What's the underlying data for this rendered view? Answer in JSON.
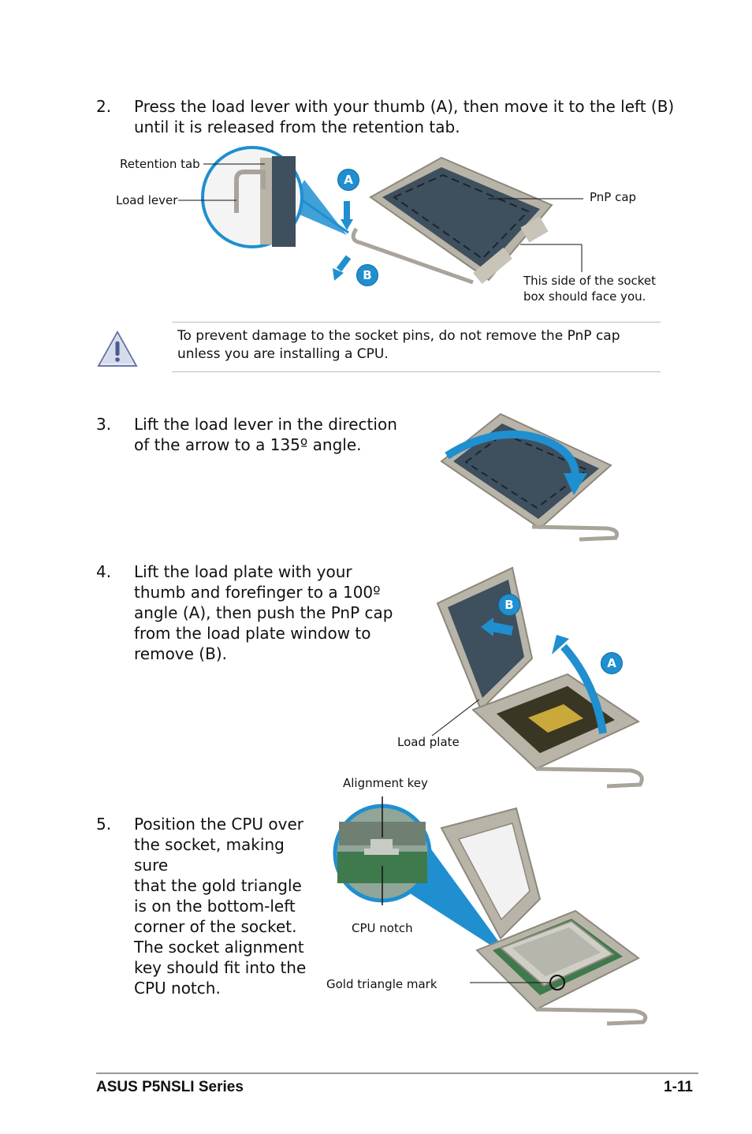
{
  "steps": [
    {
      "num": "2.",
      "lines": [
        "Press the load lever with your thumb (A), then move it to the left (B)",
        "until it is released from the retention tab."
      ]
    },
    {
      "num": "3.",
      "lines": [
        "Lift the load lever in the direction",
        "of the arrow to a 135º angle."
      ]
    },
    {
      "num": "4.",
      "lines": [
        "Lift the load plate with your",
        "thumb and forefinger to a 100º",
        "angle (A), then push the PnP cap",
        "from the load plate window to",
        "remove (B)."
      ]
    },
    {
      "num": "5.",
      "lines": [
        "Position the CPU over",
        "the socket, making sure",
        "that the gold triangle",
        "is on the bottom-left",
        "corner of the socket.",
        "The socket alignment",
        "key should fit into the",
        "CPU notch."
      ]
    }
  ],
  "figure1": {
    "retention_tab": "Retention tab",
    "load_lever": "Load lever",
    "pnp_cap": "PnP cap",
    "side_note_1": "This side of the socket",
    "side_note_2": "box should face you.",
    "badge_a": "A",
    "badge_b": "B"
  },
  "warning": {
    "line1": "To prevent damage to the socket pins, do not remove the PnP cap",
    "line2": "unless you are installing a CPU."
  },
  "figure3": {
    "load_plate": "Load plate",
    "badge_a": "A",
    "badge_b": "B"
  },
  "figure4": {
    "alignment_key": "Alignment key",
    "cpu_notch": "CPU notch",
    "gold_triangle": "Gold triangle mark"
  },
  "footer": {
    "left": "ASUS P5NSLI Series",
    "right": "1-11"
  },
  "colors": {
    "accent_blue": "#1f8fd0",
    "socket_dark": "#3e4f5e",
    "metal": "#b9b4a8"
  }
}
